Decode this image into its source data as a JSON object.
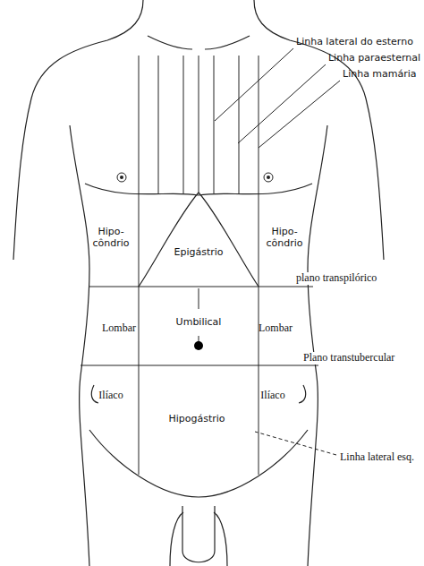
{
  "diagram": {
    "labels": [
      "Linha lateral do esterno",
      "Linha paraesternal",
      "Linha mamária",
      "Hipo- côndrio",
      "Epigástrio",
      "Hipo- côndrio",
      "plano transpilórico",
      "Lombar",
      "Umbilical",
      "Lombar",
      "Plano transtubercular",
      "Ilíaco",
      "Hipogástrio",
      "Ilíaco",
      "Linha lateral esq."
    ]
  }
}
